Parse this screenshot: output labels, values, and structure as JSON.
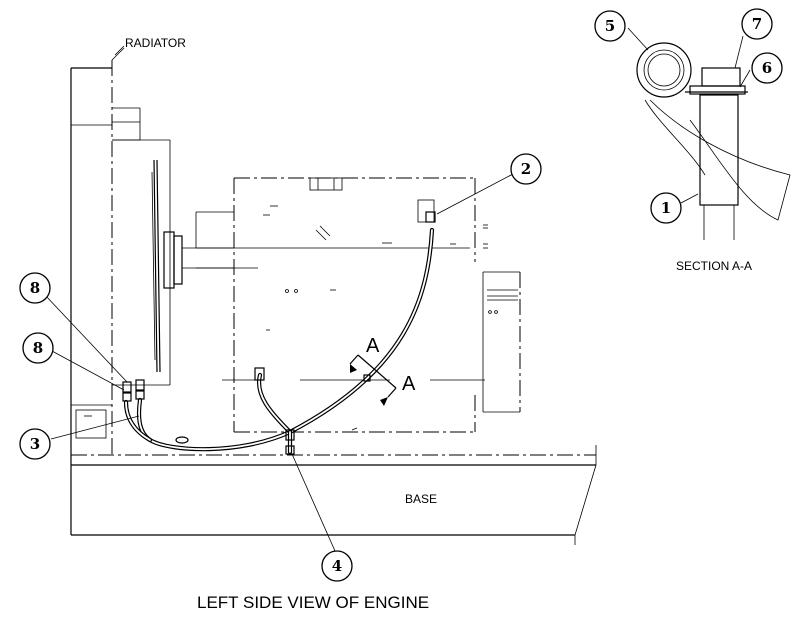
{
  "labels": {
    "radiator": "RADIATOR",
    "base": "BASE",
    "section_title": "SECTION  A-A",
    "view_title": "LEFT SIDE VIEW OF ENGINE",
    "section_letter_upper": "A",
    "section_letter_lower": "A"
  },
  "callouts": [
    "1",
    "2",
    "3",
    "4",
    "5",
    "6",
    "7",
    "8",
    "8"
  ]
}
